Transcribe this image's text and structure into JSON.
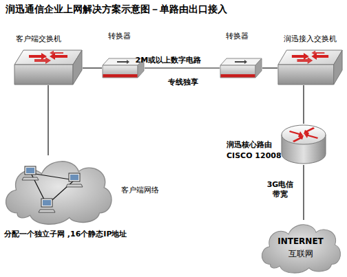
{
  "diagram": {
    "title": "润迅通信企业上网解决方案示意图－单路由出口接入",
    "nodes": [
      {
        "text": [
          "客户端交换机"
        ]
      },
      {
        "text": [
          "转换器"
        ]
      },
      {
        "text": [
          "转换器"
        ]
      },
      {
        "text": [
          "润迅接入交换机"
        ]
      },
      {
        "text": [
          "润迅核心路由",
          "CISCO 12008"
        ]
      },
      {
        "text": [
          "客户端网络"
        ]
      },
      {
        "text": [
          "INTERNET",
          "互联网"
        ]
      }
    ],
    "edges": [
      {
        "from": 0,
        "to": 1,
        "arrow": "none"
      },
      {
        "from": 1,
        "to": 2,
        "label": "2M或以上数字电路",
        "arrow": "none"
      },
      {
        "from": 2,
        "to": 3,
        "arrow": "none"
      },
      {
        "from": 3,
        "to": 4,
        "arrow": "none"
      },
      {
        "from": 4,
        "to": 6,
        "label": "3G电信 带宽",
        "arrow": "none"
      },
      {
        "from": 0,
        "to": 5,
        "arrow": "none"
      }
    ],
    "labels": [
      "专线独享",
      "分配一个独立子网 ,16个静态IP地址"
    ]
  }
}
